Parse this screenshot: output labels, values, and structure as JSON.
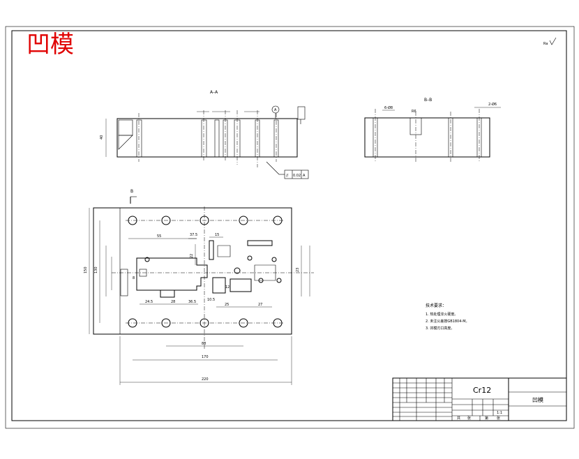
{
  "stamp": {
    "text": "凹模",
    "color": "#e00000"
  },
  "roughness": {
    "label": "Ra"
  },
  "sections": {
    "aa": {
      "label": "A–A",
      "datum": "A",
      "tolerance": [
        "//",
        "0.02",
        "A"
      ]
    },
    "bb": {
      "label": "B–B",
      "dims": [
        "6-Ø8",
        "R6",
        "2-Ø6"
      ]
    }
  },
  "plan": {
    "section_mark": "B",
    "dims": {
      "overall_width": "220",
      "inner_width": "170",
      "hole_pitch": "88",
      "overall_height": "150",
      "inner_height": "130",
      "d1": "55",
      "d2": "37.5",
      "d3": "15",
      "d4": "22",
      "d5": "23",
      "d6": "12",
      "d7": "8",
      "d8": "24.5",
      "d9": "28",
      "d10": "36.5",
      "d11": "10.5",
      "d12": "25",
      "d13": "27"
    }
  },
  "notes": {
    "title": "技术要求：",
    "items": [
      "1. 热处理淬火硬度。",
      "2. 未注公差按GB1804-M。",
      "3. 凹模刃口高度。"
    ]
  },
  "title_block": {
    "material": "Cr12",
    "part_name": "凹模",
    "scale": "1:1",
    "sheet_labels": [
      "共",
      "张",
      "第",
      "张"
    ]
  }
}
